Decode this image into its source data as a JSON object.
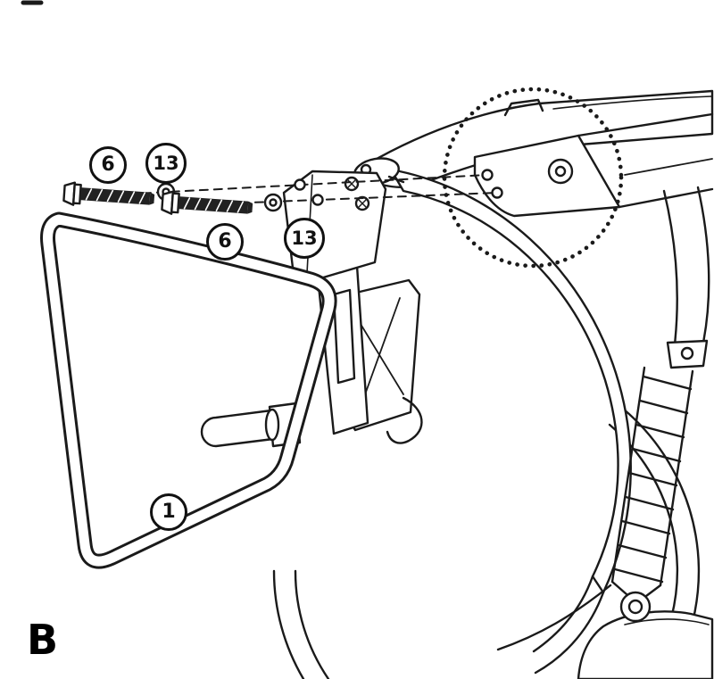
{
  "figure": {
    "letter": "B",
    "callouts": {
      "bolt_left": "6",
      "washer_left": "13",
      "bolt_mid": "6",
      "washer_mid": "13",
      "rack": "1"
    },
    "colors": {
      "line": "#1a1a1a",
      "background": "#ffffff"
    }
  }
}
